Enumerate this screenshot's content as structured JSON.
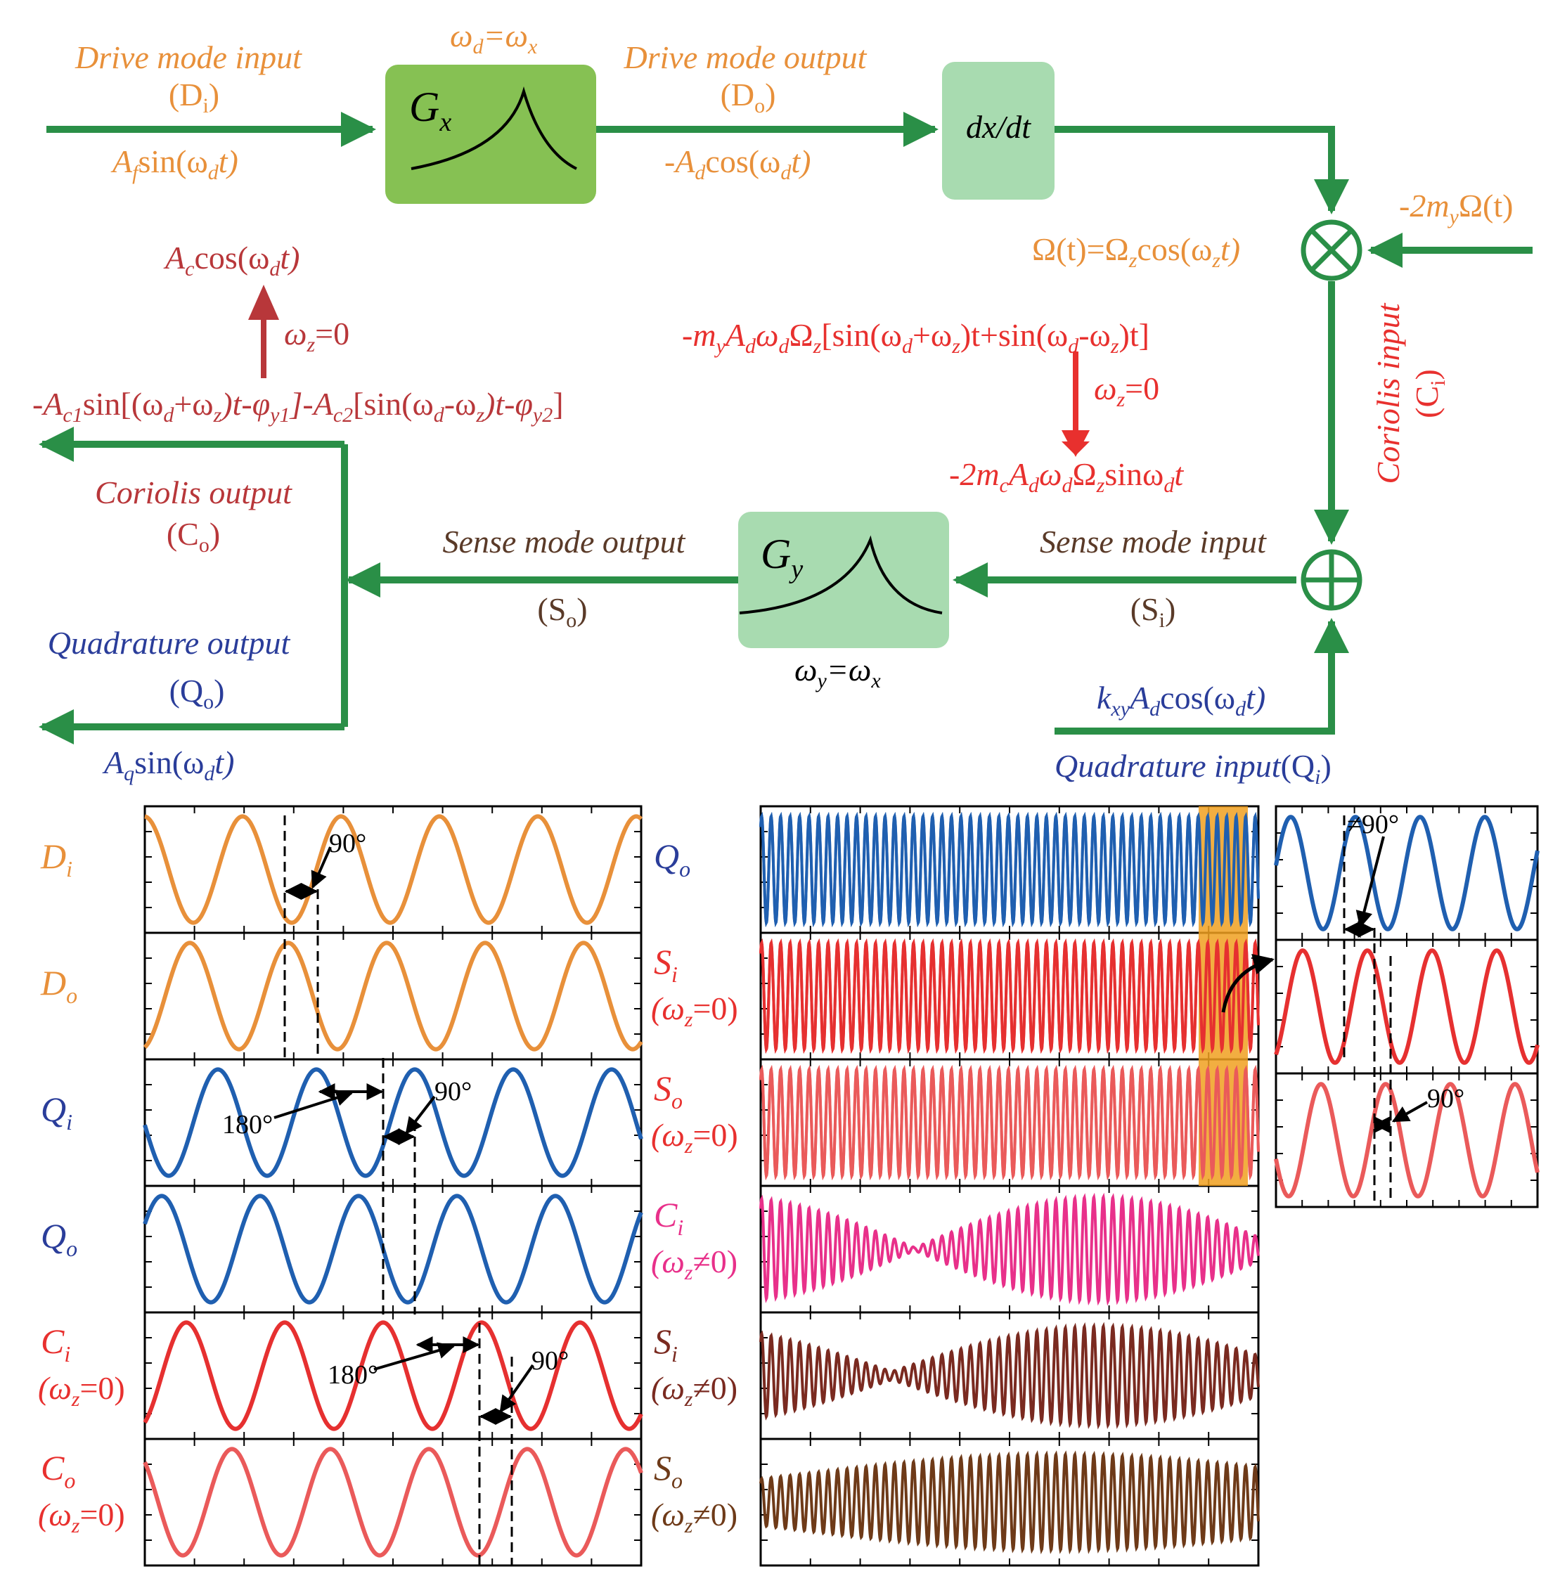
{
  "colors": {
    "flow": "#2a8f47",
    "drive": "#e8903a",
    "coriolis": "#e8302e",
    "coriolis_dark": "#b8373a",
    "quadrature": "#2a3d9a",
    "sense": "#5a3a28",
    "block_dark": "#86c153",
    "block_light": "#a8dbb0",
    "trace_blue": "#1f5fb0",
    "trace_red": "#e63030",
    "trace_salmon": "#ea5a5a",
    "trace_pink": "#e8308a",
    "trace_brown": "#7a2a20",
    "trace_brown2": "#6e3a18",
    "highlight": "#f0a020"
  },
  "block_diagram": {
    "drive_input": {
      "title": "Drive mode input",
      "sub": "(D",
      "sub_i": "i",
      "close": ")",
      "signal_a": "A",
      "signal_sub": "f",
      "signal_rest": "sin(ω",
      "signal_sub2": "d",
      "signal_end": "t)"
    },
    "gx_block": {
      "label": "G",
      "sub": "x",
      "top_a": "ω",
      "top_sub1": "d",
      "top_eq": "=ω",
      "top_sub2": "x"
    },
    "drive_output": {
      "title": "Drive mode output",
      "sub": "(D",
      "sub_o": "o",
      "close": ")",
      "signal_a": "-A",
      "signal_sub": "d",
      "signal_rest": "cos(ω",
      "signal_sub2": "d",
      "signal_end": "t)"
    },
    "derivative_block": {
      "label": "dx/dt"
    },
    "omega_input": {
      "prefix": "-2m",
      "sub": "y",
      "rest": "Ω(t)"
    },
    "omega_def": {
      "text": "Ω(t)=Ω",
      "sub": "z",
      "rest": "cos(ω",
      "sub2": "z",
      "end": "t)"
    },
    "coriolis_input": {
      "title": "Coriolis input",
      "sub": "(C",
      "sub_i": "i",
      "close": ")"
    },
    "coriolis_signal": {
      "a": "-m",
      "s1": "y",
      "b": "A",
      "s2": "d",
      "c": "ω",
      "s3": "d",
      "d": "Ω",
      "s4": "z",
      "e": "[sin(ω",
      "s5": "d",
      "f": "+ω",
      "s6": "z",
      "g": ")t+sin(ω",
      "s7": "d",
      "h": "-ω",
      "s8": "z",
      "k": ")t]"
    },
    "coriolis_cond": {
      "a": "ω",
      "s": "z",
      "b": "=0"
    },
    "coriolis_simplified": {
      "a": "-2m",
      "s1": "c",
      "b": "A",
      "s2": "d",
      "c": "ω",
      "s3": "d",
      "d": "Ω",
      "s4": "z",
      "e": "sinω",
      "s5": "d",
      "f": "t"
    },
    "output_cos": {
      "a": "A",
      "s": "c",
      "b": "cos(ω",
      "s2": "d",
      "c": "t)"
    },
    "output_cond": {
      "a": "ω",
      "s": "z",
      "b": "=0"
    },
    "output_formula": {
      "a": "-A",
      "s1": "c1",
      "b": "sin[(ω",
      "s2": "d",
      "c": "+ω",
      "s3": "z",
      "d": ")t-φ",
      "s4": "y1",
      "e": "]-A",
      "s5": "c2",
      "f": "[sin(ω",
      "s6": "d",
      "g": "-ω",
      "s7": "z",
      "h": ")t-φ",
      "s8": "y2",
      "k": "]"
    },
    "coriolis_output": {
      "title": "Coriolis output",
      "sub": "(C",
      "sub_o": "o",
      "close": ")"
    },
    "sense_output": {
      "title": "Sense mode output",
      "sub": "(S",
      "sub_o": "o",
      "close": ")"
    },
    "gy_block": {
      "label": "G",
      "sub": "y",
      "bot_a": "ω",
      "bot_sub1": "y",
      "bot_eq": "=ω",
      "bot_sub2": "x"
    },
    "sense_input": {
      "title": "Sense mode input",
      "sub": "(S",
      "sub_i": "i",
      "close": ")"
    },
    "quadrature_output": {
      "title": "Quadrature output",
      "sub": "(Q",
      "sub_o": "o",
      "close": ")",
      "signal_a": "A",
      "signal_sub": "q",
      "signal_rest": "sin(ω",
      "signal_sub2": "d",
      "signal_end": "t)"
    },
    "quadrature_input": {
      "title": "Quadrature input",
      "sub": "(Q",
      "sub_i": "i",
      "close": ")",
      "signal_a": "k",
      "signal_sub": "xy",
      "signal_b": "A",
      "signal_sub2": "d",
      "signal_rest": "cos(ω",
      "signal_sub3": "d",
      "signal_end": "t)"
    }
  },
  "left_panels": [
    {
      "label": "D",
      "sub": "i",
      "cond": ""
    },
    {
      "label": "D",
      "sub": "o",
      "cond": ""
    },
    {
      "label": "Q",
      "sub": "i",
      "cond": ""
    },
    {
      "label": "Q",
      "sub": "o",
      "cond": ""
    },
    {
      "label": "C",
      "sub": "i",
      "cond": "(ω",
      "cond_sub": "z",
      "cond_end": "=0)"
    },
    {
      "label": "C",
      "sub": "o",
      "cond": "(ω",
      "cond_sub": "z",
      "cond_end": "=0)"
    }
  ],
  "middle_panels": [
    {
      "label": "Q",
      "sub": "o",
      "cond": ""
    },
    {
      "label": "S",
      "sub": "i",
      "cond": "(ω",
      "cond_sub": "z",
      "cond_end": "=0)"
    },
    {
      "label": "S",
      "sub": "o",
      "cond": "(ω",
      "cond_sub": "z",
      "cond_end": "=0)"
    },
    {
      "label": "C",
      "sub": "i",
      "cond": "(ω",
      "cond_sub": "z",
      "cond_end": "≠0)"
    },
    {
      "label": "S",
      "sub": "i",
      "cond": "(ω",
      "cond_sub": "z",
      "cond_end": "≠0)"
    },
    {
      "label": "S",
      "sub": "o",
      "cond": "(ω",
      "cond_sub": "z",
      "cond_end": "≠0)"
    }
  ],
  "annotations": {
    "phase_90": "90°",
    "phase_180": "180°",
    "phase_not_90": "≠90°"
  }
}
